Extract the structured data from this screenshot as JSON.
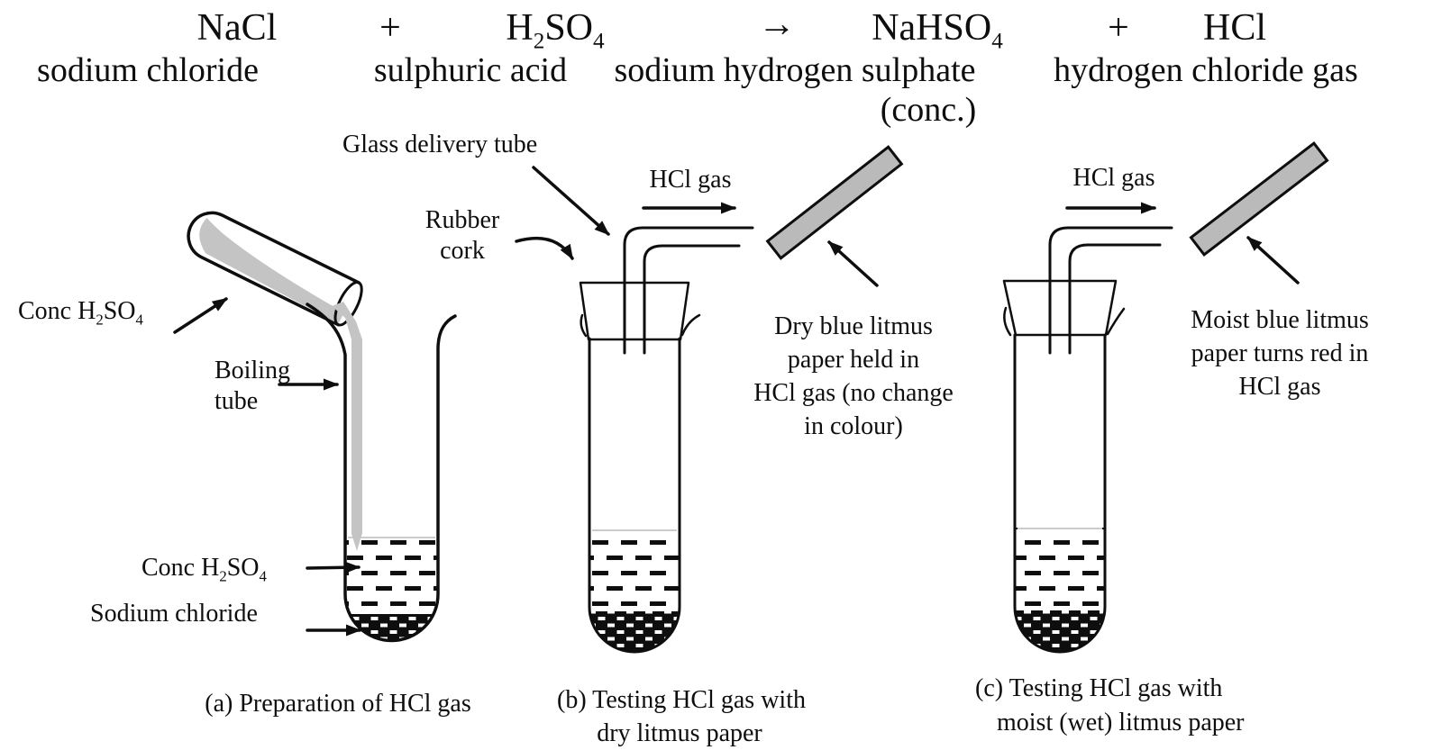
{
  "equation": {
    "nacl": "NaCl",
    "plus1": "+",
    "h2so4": {
      "p1": "H",
      "s1": "2",
      "p2": "SO",
      "s2": "4"
    },
    "arrow": "→",
    "nahso4": {
      "p1": "NaHSO",
      "s1": "4"
    },
    "plus2": "+",
    "hcl": "HCl",
    "labels": {
      "nacl": "sodium chloride",
      "h2so4": "sulphuric acid",
      "nahso4": "sodium hydrogen sulphate",
      "conc": "(conc.)",
      "hcl": "hydrogen chloride gas"
    }
  },
  "apparatus_a": {
    "conc_acid_pour": {
      "p1": "Conc H",
      "s1": "2",
      "p2": "SO",
      "s2": "4"
    },
    "boiling_tube_line1": "Boiling",
    "boiling_tube_line2": "tube",
    "conc_acid_in_tube": {
      "p1": "Conc H",
      "s1": "2",
      "p2": "SO",
      "s2": "4"
    },
    "sodium_chloride": "Sodium chloride",
    "caption": "(a) Preparation of HCl gas"
  },
  "apparatus_b": {
    "glass_delivery_tube": "Glass delivery tube",
    "rubber_cork_line1": "Rubber",
    "rubber_cork_line2": "cork",
    "hcl_gas": "HCl gas",
    "litmus_note_line1": "Dry blue litmus",
    "litmus_note_line2": "paper held in",
    "litmus_note_line3": "HCl gas (no change",
    "litmus_note_line4": "in colour)",
    "caption_line1": "(b) Testing HCl gas with",
    "caption_line2": "dry litmus paper"
  },
  "apparatus_c": {
    "hcl_gas": "HCl gas",
    "litmus_note_line1": "Moist blue litmus",
    "litmus_note_line2": "paper turns red in",
    "litmus_note_line3": "HCl gas",
    "caption_line1": "(c) Testing HCl gas with",
    "caption_line2": "moist (wet) litmus paper"
  },
  "colors": {
    "ink": "#0e0e0e",
    "pour_liquid": "#c4c4c4",
    "litmus_paper": "#bababa",
    "liquid_surface": "#cccccc"
  }
}
